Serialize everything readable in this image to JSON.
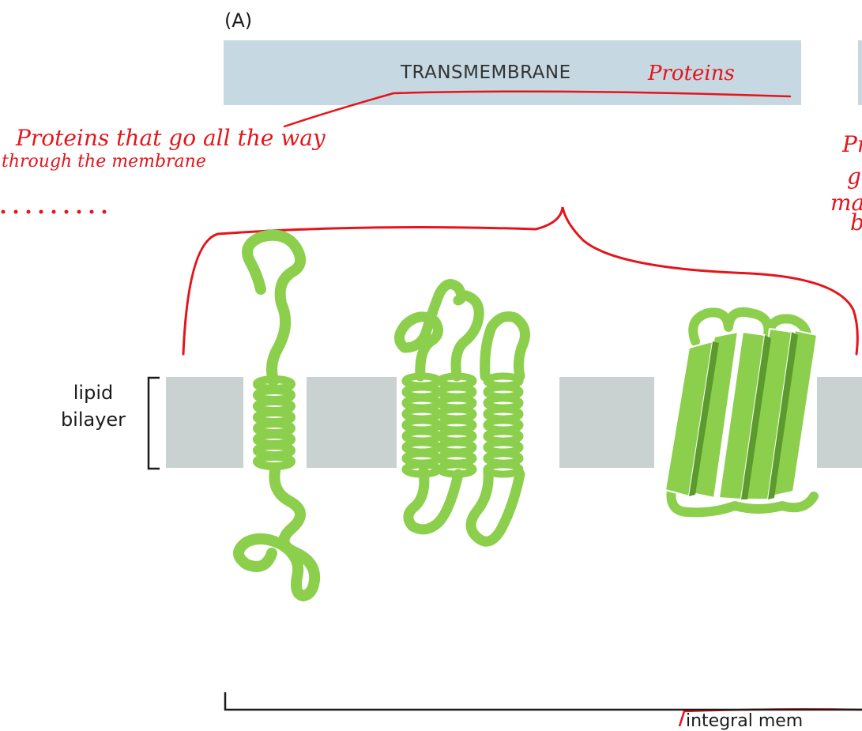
{
  "panel": {
    "label": "(A)"
  },
  "header": {
    "title": "TRANSMEMBRANE"
  },
  "annotations": {
    "title_note": "Proteins",
    "description_line1": "Proteins that go all the way",
    "description_line2": "through the membrane",
    "right_note_1": "Pr",
    "right_note_2": "g",
    "right_note_3": "ma",
    "right_note_4": "b"
  },
  "membrane": {
    "label_line1": "lipid",
    "label_line2": "bilayer"
  },
  "bottom": {
    "label": "integral mem"
  },
  "colors": {
    "header_bar": "#c6d9e2",
    "membrane": "#c9d2d1",
    "protein": "#8ccf4d",
    "protein_dark": "#5c9a2e",
    "annotation": "#e5141b"
  }
}
